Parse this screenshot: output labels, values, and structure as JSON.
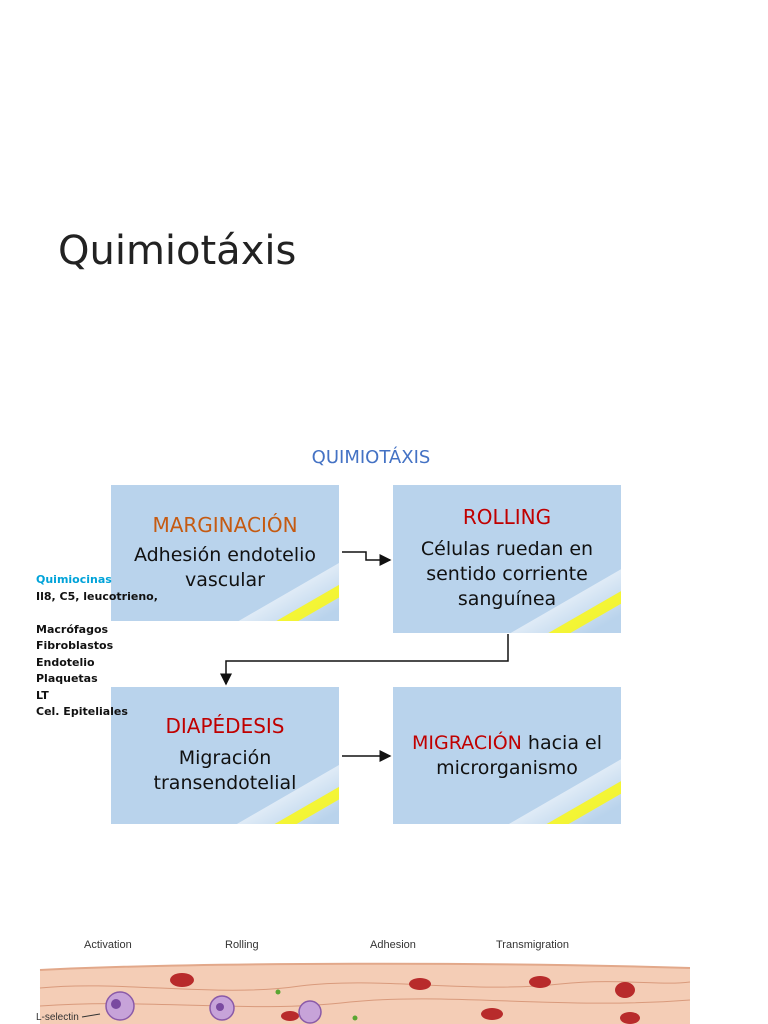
{
  "page": {
    "title": "Quimiotáxis"
  },
  "diagram": {
    "title": "QUIMIOTÁXIS",
    "steps": [
      {
        "heading": "MARGINACIÓN",
        "body_lines": [
          "Adhesión endotelio",
          "vascular"
        ]
      },
      {
        "heading": "ROLLING",
        "body_lines": [
          "Células ruedan en",
          "sentido corriente",
          "sanguínea"
        ]
      },
      {
        "heading": "DIAPÉDESIS",
        "body_lines": [
          "Migración",
          "transendotelial"
        ]
      },
      {
        "heading": "MIGRACIÓN",
        "heading_suffix": " hacia el",
        "body_lines": [
          "microrganismo"
        ]
      }
    ],
    "colors": {
      "box_fill": "#b9d3ec",
      "stripe": "#f5f52a",
      "title_blue": "#4472c4",
      "heading_orange": "#c55a11",
      "heading_red": "#c00000",
      "note_accent": "#00a3d9"
    }
  },
  "side_notes": {
    "heading": "Quimiocinas",
    "lines": [
      "Il8, C5, leucotrieno,",
      "",
      "Macrófagos",
      "Fibroblastos",
      "Endotelio",
      "Plaquetas",
      "LT",
      "Cel. Epiteliales"
    ]
  },
  "bottom_illustration": {
    "labels": [
      "Activation",
      "Rolling",
      "Adhesion",
      "Transmigration",
      "L-selectin"
    ]
  }
}
